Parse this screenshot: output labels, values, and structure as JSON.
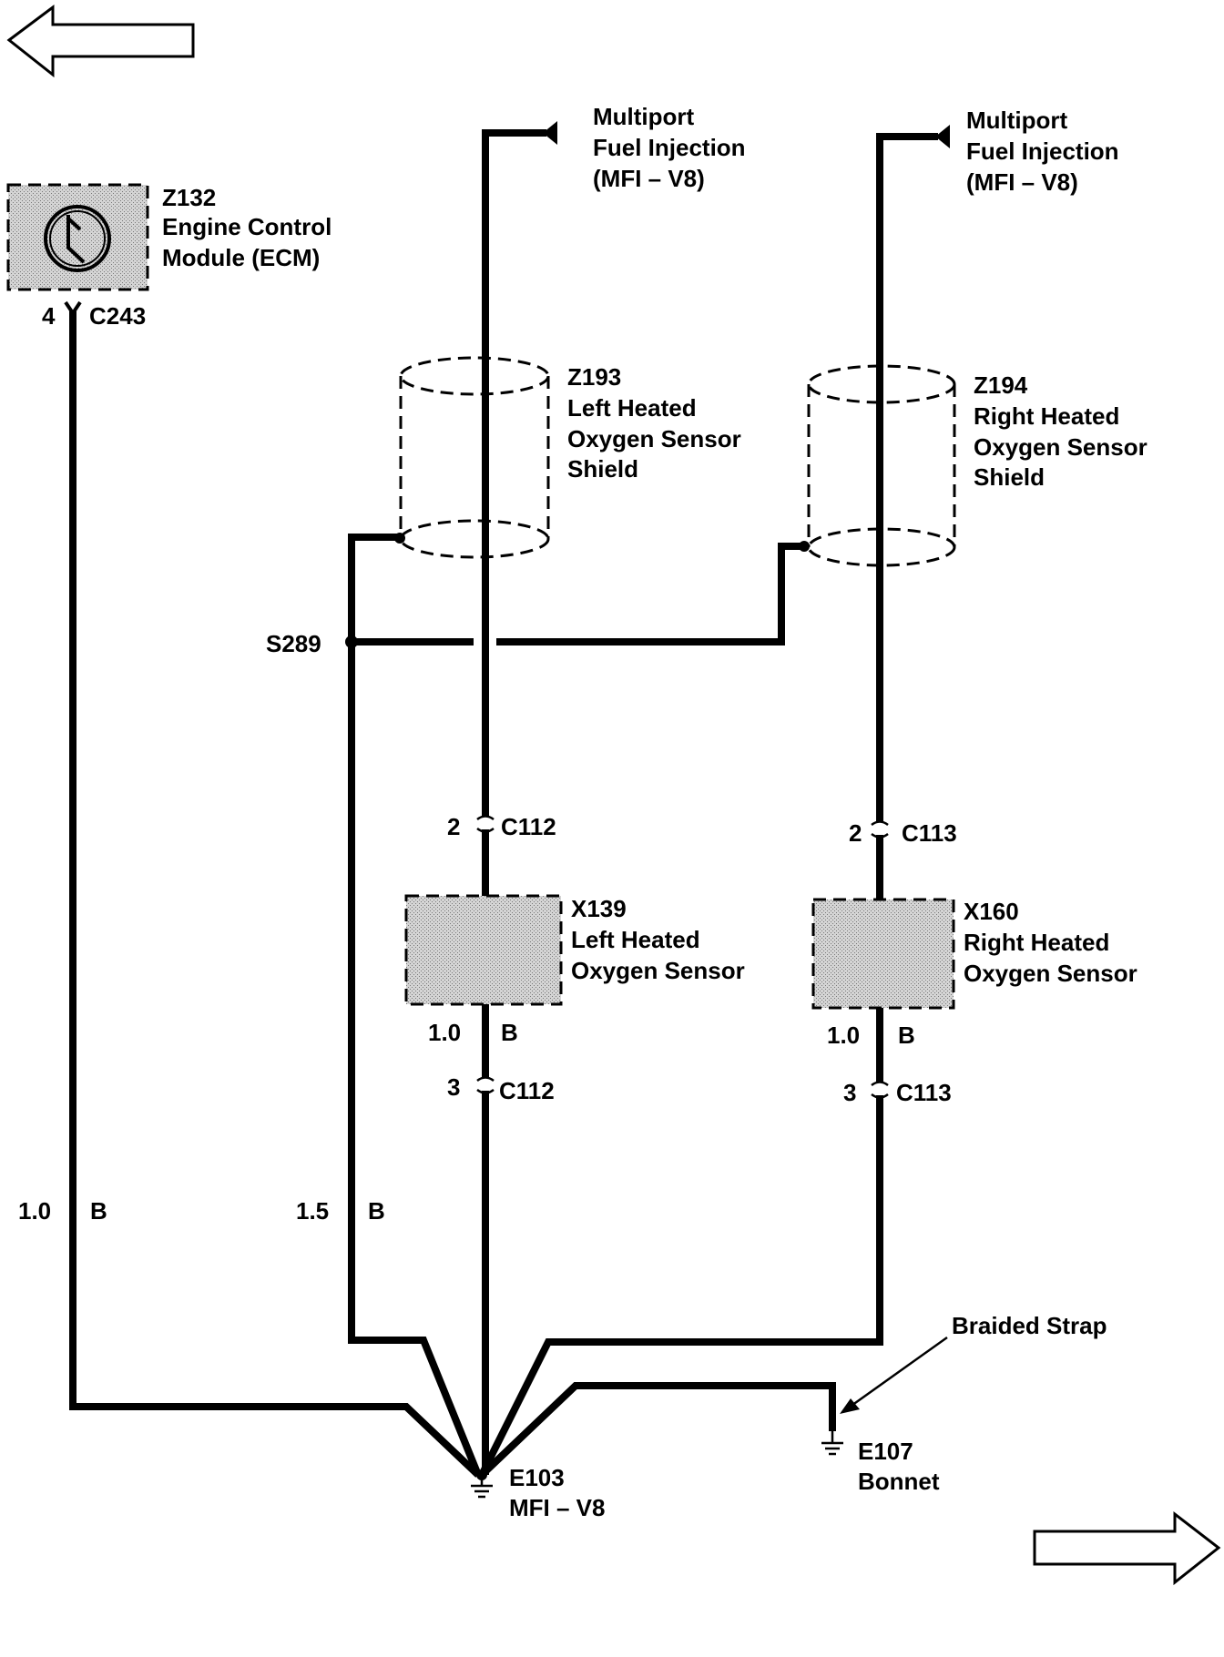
{
  "nav": {
    "prev_icon": "left-arrow-icon",
    "next_icon": "right-arrow-icon"
  },
  "ecm": {
    "id": "Z132",
    "line1": "Engine Control",
    "line2": "Module (ECM)",
    "pin": "4",
    "connector": "C243",
    "icon": "ecm-symbol-icon"
  },
  "mfi_left": {
    "line1": "Multiport",
    "line2": "Fuel Injection",
    "line3": "(MFI – V8)"
  },
  "mfi_right": {
    "line1": "Multiport",
    "line2": "Fuel Injection",
    "line3": "(MFI – V8)"
  },
  "shield_left": {
    "id": "Z193",
    "line1": "Left Heated",
    "line2": "Oxygen Sensor",
    "line3": "Shield"
  },
  "shield_right": {
    "id": "Z194",
    "line1": "Right Heated",
    "line2": "Oxygen Sensor",
    "line3": "Shield"
  },
  "splice": {
    "id": "S289"
  },
  "sensor_left": {
    "id": "X139",
    "line1": "Left Heated",
    "line2": "Oxygen Sensor",
    "conn_top_pin": "2",
    "conn_top": "C112",
    "gauge": "1.0",
    "color": "B",
    "conn_bottom_pin": "3",
    "conn_bottom": "C112"
  },
  "sensor_right": {
    "id": "X160",
    "line1": "Right Heated",
    "line2": "Oxygen Sensor",
    "conn_top_pin": "2",
    "conn_top": "C113",
    "gauge": "1.0",
    "color": "B",
    "conn_bottom_pin": "3",
    "conn_bottom": "C113"
  },
  "wire_ecm": {
    "gauge": "1.0",
    "color": "B"
  },
  "wire_splice": {
    "gauge": "1.5",
    "color": "B"
  },
  "strap": {
    "label": "Braided Strap"
  },
  "ground_e103": {
    "id": "E103",
    "line1": "MFI – V8",
    "icon": "ground-icon"
  },
  "ground_e107": {
    "id": "E107",
    "line1": "Bonnet",
    "icon": "ground-icon"
  }
}
